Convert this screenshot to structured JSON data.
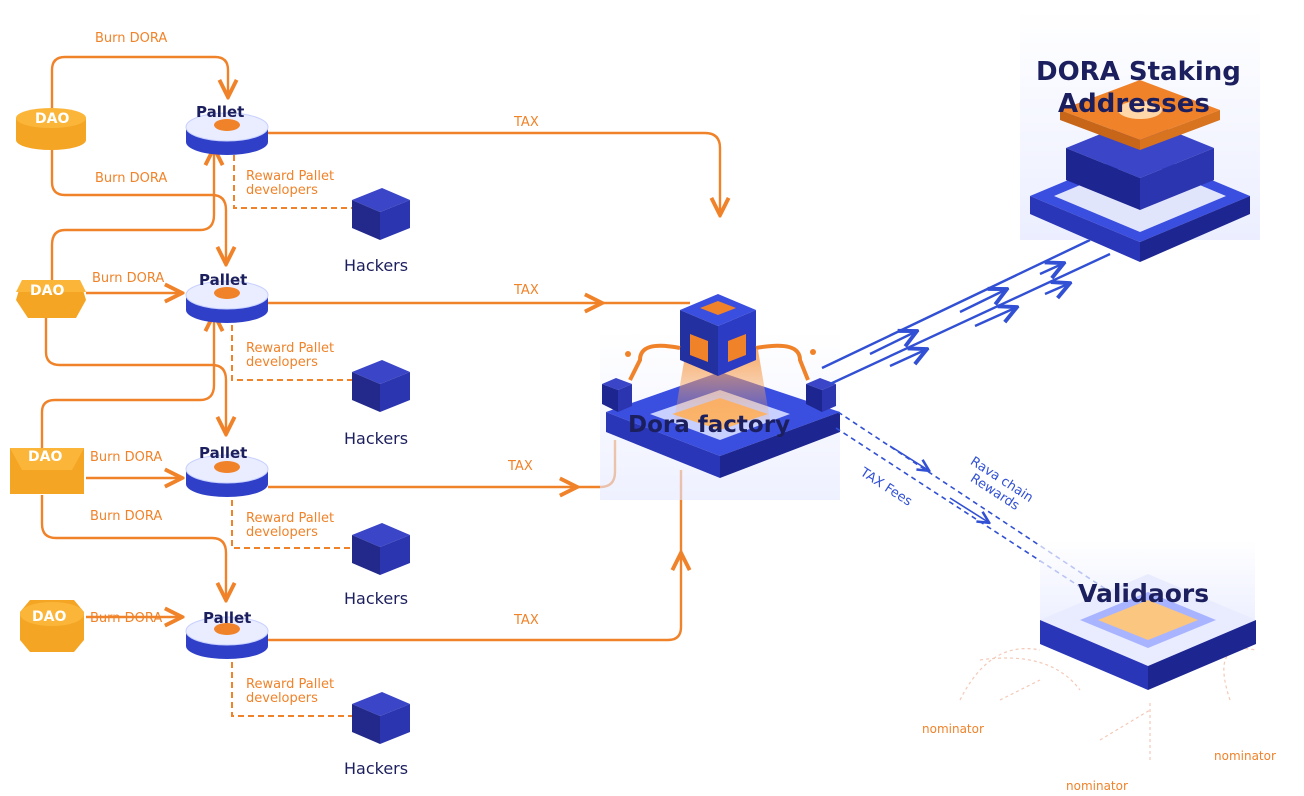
{
  "rows": [
    {
      "dao": "DAO",
      "burn_top": "Burn DORA",
      "burn_side": "",
      "pallet": "Pallet",
      "tax": "TAX",
      "reward": "Reward Pallet developers",
      "hackers": "Hackers"
    },
    {
      "dao": "DAO",
      "burn_top": "Burn DORA",
      "burn_side": "Burn DORA",
      "pallet": "Pallet",
      "tax": "TAX",
      "reward": "Reward Pallet developers",
      "hackers": "Hackers"
    },
    {
      "dao": "DAO",
      "burn_top": "",
      "burn_side": "Burn DORA",
      "pallet": "Pallet",
      "tax": "TAX",
      "reward": "Reward Pallet developers",
      "hackers": "Hackers"
    },
    {
      "dao": "DAO",
      "burn_top": "Burn DORA",
      "burn_side": "Burn DORA",
      "pallet": "Pallet",
      "tax": "TAX",
      "reward": "Reward Pallet developers",
      "hackers": "Hackers"
    }
  ],
  "factory": {
    "label": "Dora factory"
  },
  "staking": {
    "line1": "DORA Staking",
    "line2": "Addresses"
  },
  "validators": {
    "label": "Validaors",
    "nominators": [
      "nominator",
      "nominator",
      "nominator"
    ]
  },
  "flows": {
    "rewards_line1": "Rava chain",
    "rewards_line2": "Rewards",
    "tax_fees": "TAX Fees"
  },
  "colors": {
    "orange": "#f0832a",
    "navy": "#1c1f5e",
    "blue": "#3150d4",
    "light": "#e8ecff"
  }
}
